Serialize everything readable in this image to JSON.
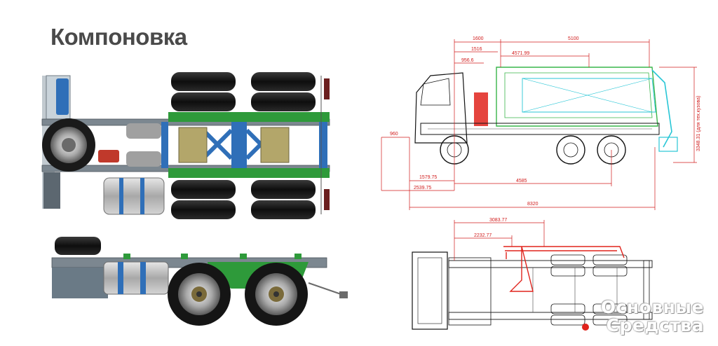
{
  "slide": {
    "title": "Компоновка"
  },
  "drawing": {
    "side_view": {
      "dimensions": [
        "1600",
        "5100",
        "1516",
        "4571.99",
        "956.6",
        "3348.31 (для тех.кузова)",
        "960",
        "1579.75",
        "4585",
        "2539.75",
        "8320"
      ]
    },
    "top_view": {
      "dimensions": [
        "3083.77",
        "2232.77"
      ]
    }
  },
  "watermark": {
    "line1": "Основные",
    "line2": "Средства",
    "dot_color": "#e0231c"
  },
  "colors": {
    "frame_green": "#2e9a3a",
    "crossmember_blue": "#2f6fb8",
    "dimension_red": "#d11b1b",
    "tire": "#151515",
    "tank": "#b8b8b8",
    "body_green": "#39b54a",
    "body_cyan": "#28c6d6"
  }
}
